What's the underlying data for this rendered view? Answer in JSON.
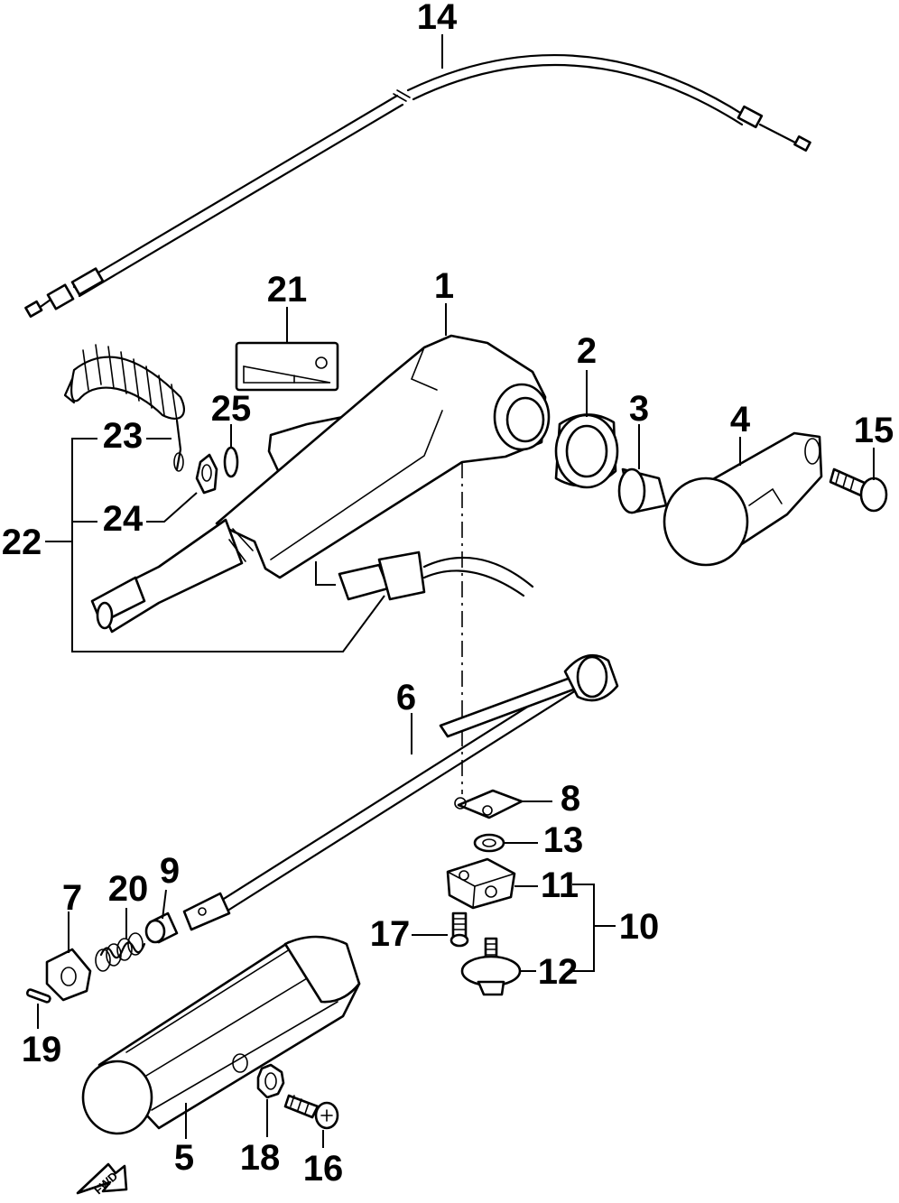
{
  "callouts": {
    "c1": "1",
    "c2": "2",
    "c3": "3",
    "c4": "4",
    "c5": "5",
    "c6": "6",
    "c7": "7",
    "c8": "8",
    "c9": "9",
    "c10": "10",
    "c11": "11",
    "c12": "12",
    "c13": "13",
    "c14": "14",
    "c15": "15",
    "c16": "16",
    "c17": "17",
    "c18": "18",
    "c19": "19",
    "c20": "20",
    "c21": "21",
    "c22": "22",
    "c23": "23",
    "c24": "24",
    "c25": "25"
  },
  "fwd_label": "FWD",
  "colors": {
    "ink": "#000000",
    "paper": "#ffffff"
  }
}
